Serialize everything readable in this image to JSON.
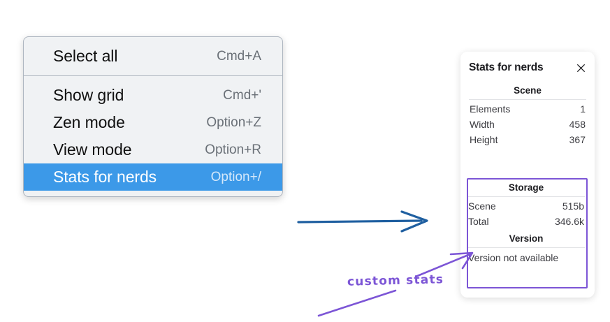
{
  "menu": {
    "sections": [
      {
        "items": [
          {
            "label": "Select all",
            "shortcut": "Cmd+A",
            "selected": false
          }
        ]
      },
      {
        "items": [
          {
            "label": "Show grid",
            "shortcut": "Cmd+'",
            "selected": false
          },
          {
            "label": "Zen mode",
            "shortcut": "Option+Z",
            "selected": false
          },
          {
            "label": "View mode",
            "shortcut": "Option+R",
            "selected": false
          },
          {
            "label": "Stats for nerds",
            "shortcut": "Option+/",
            "selected": true
          }
        ]
      }
    ],
    "highlight_color": "#3c99e8"
  },
  "stats_panel": {
    "title": "Stats for nerds",
    "close_icon": "close-icon",
    "scene": {
      "heading": "Scene",
      "rows": [
        {
          "key": "Elements",
          "value": "1"
        },
        {
          "key": "Width",
          "value": "458"
        },
        {
          "key": "Height",
          "value": "367"
        }
      ]
    },
    "storage": {
      "heading": "Storage",
      "rows": [
        {
          "key": "Scene",
          "value": "515b"
        },
        {
          "key": "Total",
          "value": "346.6k"
        }
      ]
    },
    "version": {
      "heading": "Version",
      "text": "Version not available"
    }
  },
  "annotations": {
    "custom_stats_label": "custom stats",
    "purple_color": "#7c55d6",
    "blue_arrow_color": "#1f5fa0"
  }
}
